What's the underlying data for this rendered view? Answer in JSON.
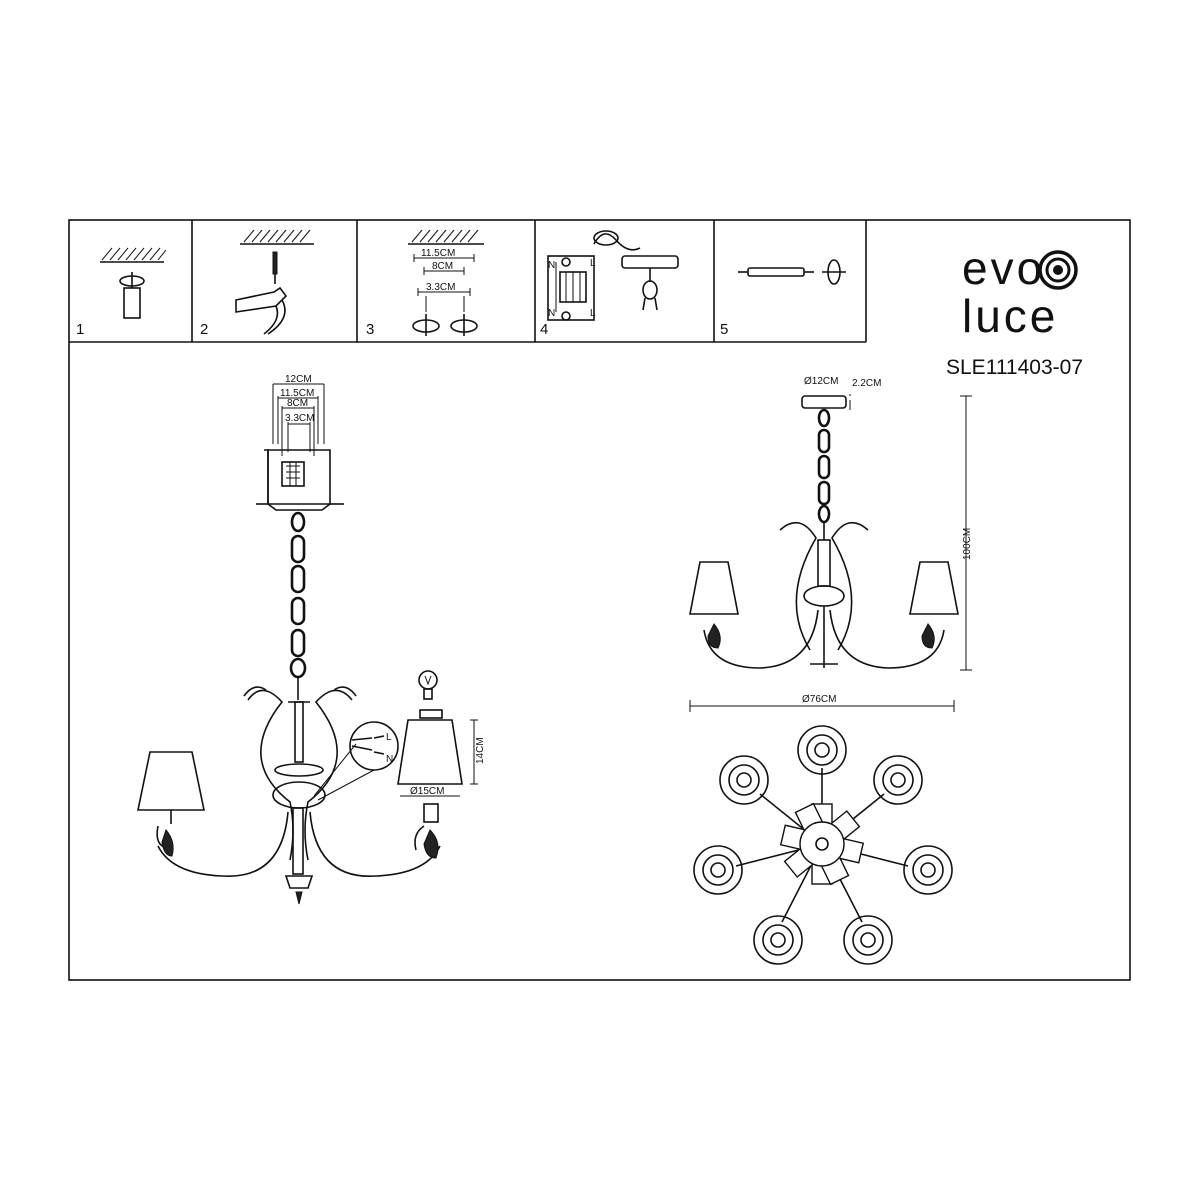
{
  "brand": {
    "line1": "evo",
    "line2": "luce",
    "ring_color": "#111111"
  },
  "model": "SLE111403-07",
  "steps": [
    {
      "num": "1"
    },
    {
      "num": "2"
    },
    {
      "num": "3"
    },
    {
      "num": "4"
    },
    {
      "num": "5"
    }
  ],
  "step3_dims": {
    "a": "11.5CM",
    "b": "8CM",
    "c": "3.3CM"
  },
  "step4_wiring": {
    "n": "N",
    "l": "L"
  },
  "canopy_dims": {
    "a": "12CM",
    "b": "11.5CM",
    "c": "8CM",
    "d": "3.3CM"
  },
  "lamp_dims": {
    "height": "14CM",
    "diameter": "Ø15CM"
  },
  "side_wiring": {
    "l": "L",
    "n": "N"
  },
  "front_dims": {
    "canopy": "Ø12CM",
    "canopy_depth": "2.2CM",
    "height": "100CM",
    "width": "Ø76CM"
  }
}
